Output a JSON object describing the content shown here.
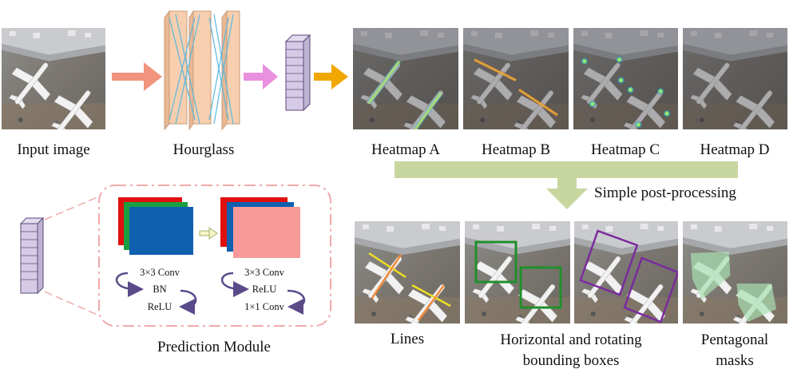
{
  "labels": {
    "input_image": "Input image",
    "hourglass": "Hourglass",
    "heatmap_a": "Heatmap A",
    "heatmap_b": "Heatmap B",
    "heatmap_c": "Heatmap C",
    "heatmap_d": "Heatmap D",
    "post_processing": "Simple post-processing",
    "lines": "Lines",
    "boxes_line1": "Horizontal and rotating",
    "boxes_line2": "bounding boxes",
    "masks_line1": "Pentagonal",
    "masks_line2": "masks",
    "prediction_module": "Prediction Module"
  },
  "prediction_module": {
    "left_stack_ops": [
      "3×3 Conv",
      "BN",
      "ReLU"
    ],
    "right_stack_ops": [
      "3×3 Conv",
      "ReLU",
      "1×1 Conv"
    ]
  },
  "colors": {
    "arrow_salmon": "#f0947e",
    "arrow_pink": "#e990df",
    "arrow_orange": "#f0a800",
    "arrow_green": "#c8d6a0",
    "hourglass_fill": "#f7cfae",
    "hourglass_edge": "#c79b7a",
    "hourglass_lines": "#5ab8e0",
    "feature_block": "#d6cbe6",
    "dashed_border": "#f0a9a9",
    "fmap_red": "#e01010",
    "fmap_green": "#1aa040",
    "fmap_blue": "#1060b0",
    "fmap_pink": "#f89a9a",
    "loop_arrow": "#5a4a8a",
    "line_yellow": "#f0e020",
    "line_orange": "#f08a3a",
    "box_green": "#1f8f2a",
    "box_purple": "#7a2aa0",
    "mask_green": "#a8e0b0"
  }
}
